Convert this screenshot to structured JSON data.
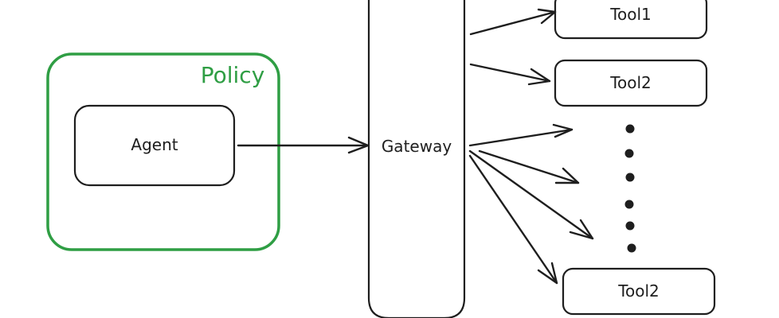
{
  "diagram": {
    "policy": {
      "label": "Policy",
      "color": "#2f9e44"
    },
    "agent": {
      "label": "Agent"
    },
    "gateway": {
      "label": "Gateway"
    },
    "tools": [
      {
        "label": "Tool1"
      },
      {
        "label": "Tool2"
      },
      {
        "label": "Tool2"
      }
    ],
    "ellipsis_dots": 6,
    "stroke_color": "#1e1e1e"
  }
}
